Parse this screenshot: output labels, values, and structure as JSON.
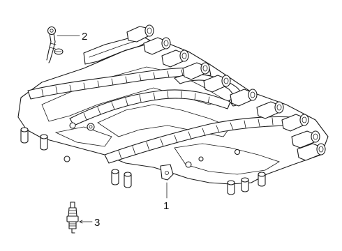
{
  "callouts": [
    {
      "label": "1",
      "part": "ignition-harness-plate"
    },
    {
      "label": "2",
      "part": "wire-clip-bracket"
    },
    {
      "label": "3",
      "part": "spark-plug"
    }
  ]
}
